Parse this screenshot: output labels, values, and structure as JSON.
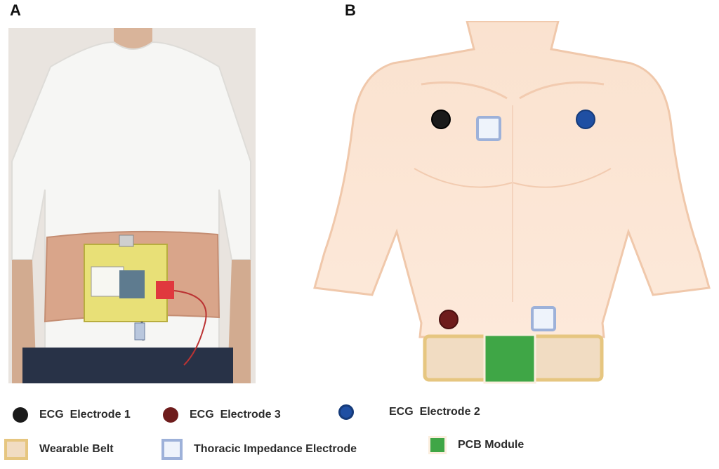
{
  "panels": {
    "a_label": "A",
    "b_label": "B"
  },
  "legend": {
    "ecg1": {
      "label": "ECG  Electrode 1",
      "color": "#1a1a1a"
    },
    "ecg3": {
      "label": "ECG  Electrode 3",
      "color": "#6e1c1c"
    },
    "ecg2": {
      "label": "ECG  Electrode 2",
      "color": "#1f4fa3"
    },
    "belt": {
      "label": "Wearable Belt",
      "color": "#f1dcc2"
    },
    "thoracic": {
      "label": "Thoracic Impedance Electrode",
      "color": "#9db1d9"
    },
    "pcb": {
      "label": "PCB Module",
      "color": "#3fa646"
    }
  }
}
